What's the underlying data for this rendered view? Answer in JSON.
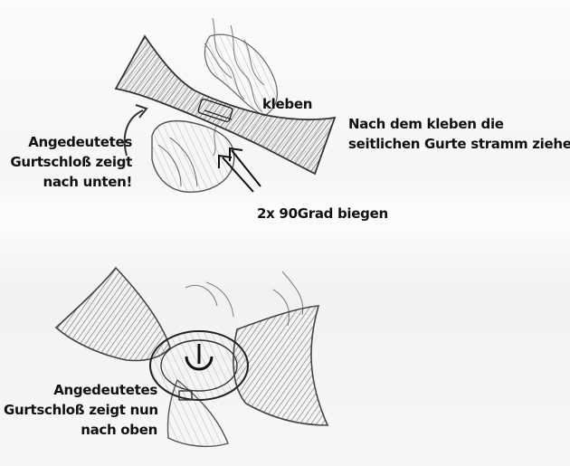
{
  "colors": {
    "ink": "#111111",
    "pencil": "#555555",
    "pencil_dark": "#333333"
  },
  "labels": {
    "top_glue": "kleben",
    "top_after_glue_line1": "Nach dem kleben die",
    "top_after_glue_line2": "seitlichen Gurte stramm ziehen",
    "top_buckle_line1": "Angedeutetes",
    "top_buckle_line2": "Gurtschloß zeigt",
    "top_buckle_line3": "nach unten!",
    "top_bend": "2x 90Grad biegen",
    "bottom_buckle_line1": "Angedeutetes",
    "bottom_buckle_line2": "Gurtschloß zeigt nun",
    "bottom_buckle_line3": "nach oben"
  }
}
